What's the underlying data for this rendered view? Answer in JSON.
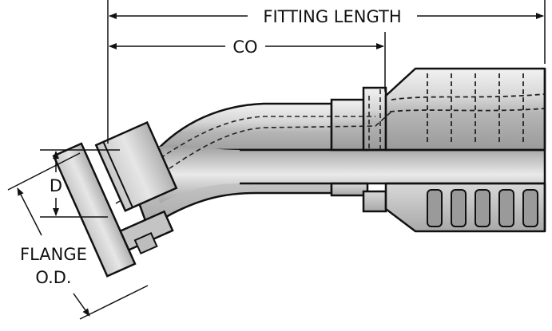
{
  "labels": {
    "fitting_length": "FITTING LENGTH",
    "co": "CO",
    "d": "D",
    "flange_line1": "FLANGE",
    "flange_line2": "O.D."
  },
  "colors": {
    "body_light": "#e6e6e6",
    "body_mid": "#bdbdbd",
    "body_dark": "#8c8c8c",
    "outline": "#111111",
    "bore": "#c9c9c9"
  }
}
